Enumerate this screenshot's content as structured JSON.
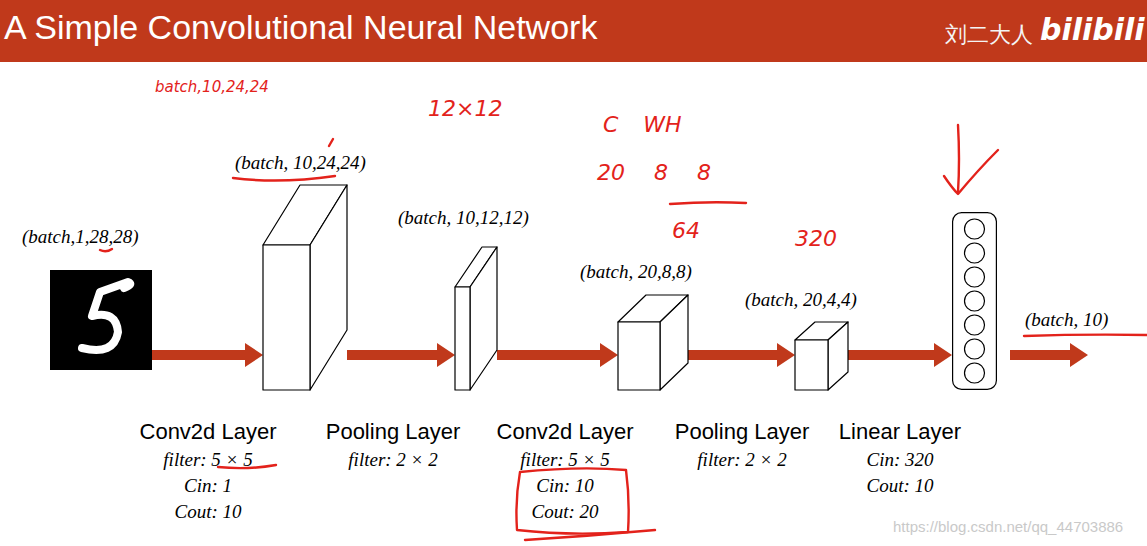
{
  "diagram": {
    "title": "A Simple Convolutional Neural Network",
    "nodes": [
      {
        "text": [
          "(batch,1,28,28)"
        ]
      },
      {
        "text": [
          "(batch, 10,24,24)",
          "Conv2d Layer",
          "filter: 5 × 5",
          "Cin: 1",
          "Cout: 10"
        ]
      },
      {
        "text": [
          "(batch, 10,12,12)",
          "Pooling Layer",
          "filter: 2 × 2"
        ]
      },
      {
        "text": [
          "(batch, 20,8,8)",
          "Conv2d Layer",
          "filter: 5 × 5",
          "Cin: 10",
          "Cout: 20"
        ]
      },
      {
        "text": [
          "(batch, 20,4,4)",
          "Pooling Layer",
          "filter: 2 × 2"
        ]
      },
      {
        "text": [
          "Linear Layer",
          "Cin: 320",
          "Cout: 10"
        ]
      }
    ],
    "edges": [
      {
        "from": 0,
        "to": 1,
        "arrow": "to"
      },
      {
        "from": 1,
        "to": 2,
        "arrow": "to"
      },
      {
        "from": 2,
        "to": 3,
        "arrow": "to"
      },
      {
        "from": 3,
        "to": 4,
        "arrow": "to"
      },
      {
        "from": 4,
        "to": 5,
        "arrow": "to"
      }
    ],
    "labels": [
      "batch,10,24,24",
      "12×12",
      "C WH",
      "20 8 8",
      "64",
      "320",
      "(batch, 10)",
      "刘二大人",
      "bilibili",
      "https://blog.csdn.net/qq_44703886"
    ]
  }
}
